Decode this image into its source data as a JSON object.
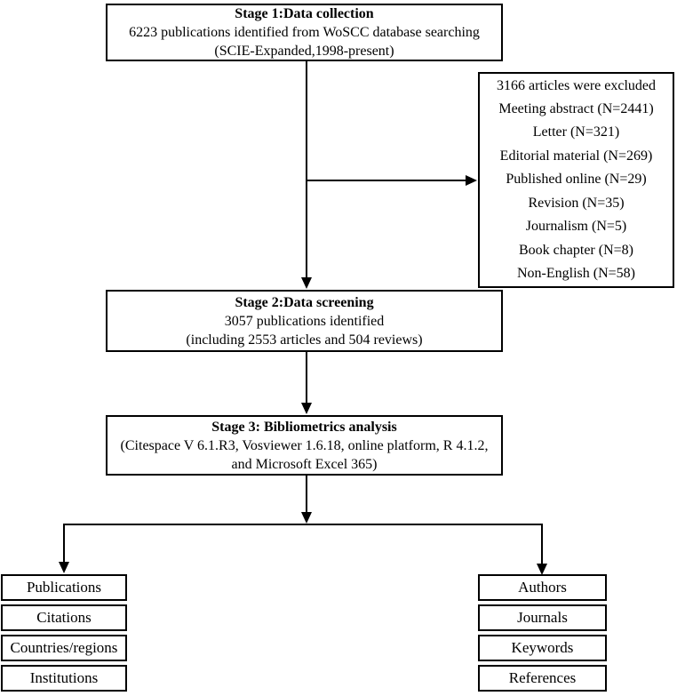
{
  "diagram": {
    "stage1": {
      "title": "Stage 1:Data collection",
      "lines": [
        "6223 publications identified from WoSCC database searching",
        "(SCIE-Expanded,1998-present)"
      ]
    },
    "excluded": {
      "lines": [
        "3166 articles were excluded",
        "Meeting abstract (N=2441)",
        "Letter (N=321)",
        "Editorial material (N=269)",
        "Published online (N=29)",
        "Revision (N=35)",
        "Journalism (N=5)",
        "Book chapter (N=8)",
        "Non-English (N=58)"
      ]
    },
    "stage2": {
      "title": "Stage 2:Data screening",
      "lines": [
        "3057 publications identified",
        "(including 2553 articles and 504 reviews)"
      ]
    },
    "stage3": {
      "title": "Stage 3: Bibliometrics analysis",
      "lines": [
        "(Citespace V 6.1.R3, Vosviewer 1.6.18, online platform, R 4.1.2,",
        "and Microsoft Excel 365)"
      ]
    },
    "left_outputs": [
      "Publications",
      "Citations",
      "Countries/regions",
      "Institutions"
    ],
    "right_outputs": [
      "Authors",
      "Journals",
      "Keywords",
      "References"
    ]
  },
  "colors": {
    "line": "#000000",
    "border": "#000000",
    "box_background": "#ffffff",
    "text": "#000000"
  }
}
